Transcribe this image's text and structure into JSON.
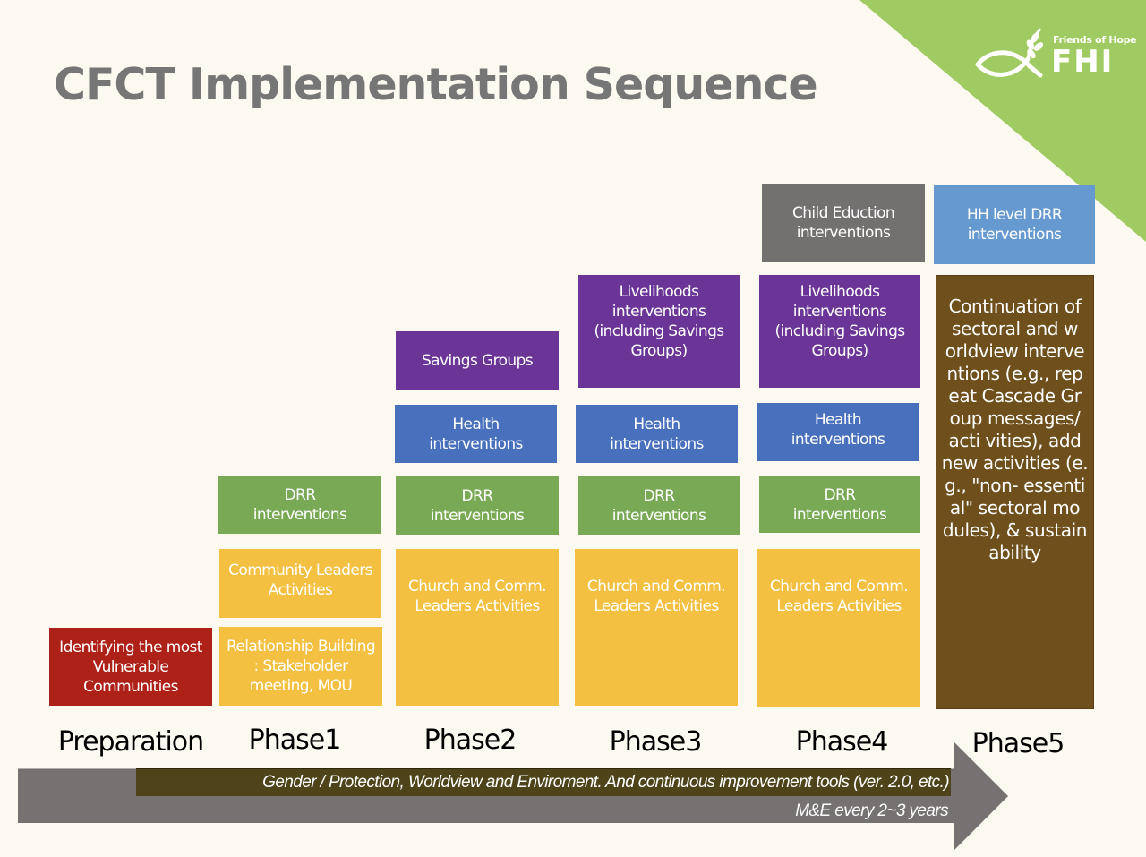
{
  "title": "CFCT Implementation Sequence",
  "brand": {
    "tagline": "Friends of Hope",
    "name": "FHI",
    "icon": "fish-with-leaves-icon",
    "accent_color": "#a0cb62"
  },
  "colors": {
    "background": "#fcf9f1",
    "red": "#ad2118",
    "yellow": "#f3c042",
    "green": "#79a955",
    "blue": "#4870bd",
    "purple": "#6a3596",
    "gray": "#737070",
    "light_blue": "#6699cf",
    "brown": "#6f501c",
    "band": "#4e4319"
  },
  "phases": [
    {
      "label": "Preparation",
      "blocks": [
        {
          "id": "prep-identify",
          "text": "Identifying  the most\nVulnerable\nCommunities",
          "color": "red"
        }
      ]
    },
    {
      "label": "Phase1",
      "blocks": [
        {
          "id": "p1-drr",
          "text": "DRR\ninterventions",
          "color": "green"
        },
        {
          "id": "p1-community-leaders",
          "text": "Community  Leaders\nActivities",
          "color": "yellow"
        },
        {
          "id": "p1-relationship",
          "text": "Relationship Building\n: Stakeholder\nmeeting, MOU",
          "color": "yellow"
        }
      ]
    },
    {
      "label": "Phase2",
      "blocks": [
        {
          "id": "p2-savings",
          "text": "Savings Groups",
          "color": "purple"
        },
        {
          "id": "p2-health",
          "text": "Health\ninterventions",
          "color": "blue"
        },
        {
          "id": "p2-drr",
          "text": "DRR\ninterventions",
          "color": "green"
        },
        {
          "id": "p2-church",
          "text": "Church and Comm.\nLeaders Activities",
          "color": "yellow"
        }
      ]
    },
    {
      "label": "Phase3",
      "blocks": [
        {
          "id": "p3-livelihoods",
          "text": "Livelihoods\ninterventions\n(including Savings\nGroups)",
          "color": "purple"
        },
        {
          "id": "p3-health",
          "text": "Health\ninterventions",
          "color": "blue"
        },
        {
          "id": "p3-drr",
          "text": "DRR\ninterventions",
          "color": "green"
        },
        {
          "id": "p3-church",
          "text": "Church and Comm.\nLeaders Activities",
          "color": "yellow"
        }
      ]
    },
    {
      "label": "Phase4",
      "blocks": [
        {
          "id": "p4-child-education",
          "text": "Child Eduction\ninterventions",
          "color": "gray"
        },
        {
          "id": "p4-livelihoods",
          "text": "Livelihoods\ninterventions\n(including Savings\nGroups)",
          "color": "purple"
        },
        {
          "id": "p4-health",
          "text": "Health\ninterventions",
          "color": "blue"
        },
        {
          "id": "p4-drr",
          "text": "DRR\ninterventions",
          "color": "green"
        },
        {
          "id": "p4-church",
          "text": "Church and Comm.\nLeaders Activities",
          "color": "yellow"
        }
      ]
    },
    {
      "label": "Phase5",
      "blocks": [
        {
          "id": "p5-hh-drr",
          "text": "HH level DRR\ninterventions",
          "color": "light_blue"
        },
        {
          "id": "p5-continuation",
          "text": "Continuation  of\nsectoral  and   w\norldview  interve\nntions  (e.g., rep\neat  Cascade  Gr\noup  messages/\nacti  vities), add\nnew activities  (e.\ng., \"non-  essenti\nal\"  sectoral  mo\ndules), & sustain\nability",
          "color": "brown"
        }
      ]
    }
  ],
  "timeline": {
    "band_text": "Gender / Protection, Worldview and Enviroment. And continuous improvement tools (ver. 2.0, etc.)",
    "me_text": "M&E every 2~3 years"
  }
}
